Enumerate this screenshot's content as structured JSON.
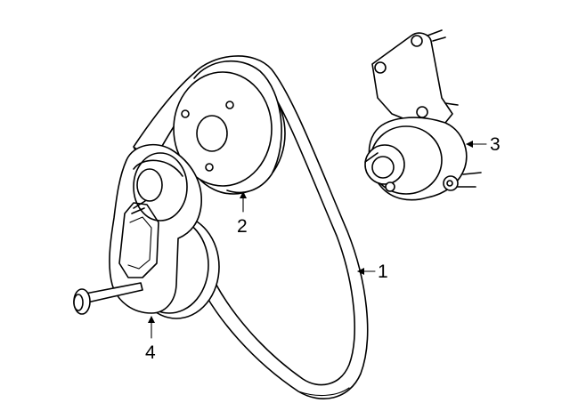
{
  "diagram": {
    "background": "#ffffff",
    "line_color": "#000000",
    "callouts": [
      {
        "id": "belt",
        "label": "1"
      },
      {
        "id": "idler-pulley",
        "label": "2"
      },
      {
        "id": "water-pump",
        "label": "3"
      },
      {
        "id": "belt-tensioner",
        "label": "4"
      }
    ]
  }
}
